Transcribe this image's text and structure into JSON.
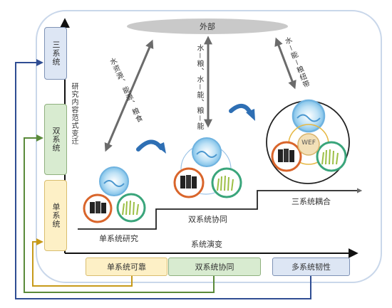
{
  "external": "外部",
  "y_axis_label": "研究内容范式变迁",
  "x_axis_label": "系统演变",
  "side_boxes": [
    "三系统",
    "双系统",
    "单系统"
  ],
  "bottom_boxes": [
    "单系统可靠",
    "双系统协同",
    "多系统韧性"
  ],
  "stage_labels": [
    "单系统研究",
    "双系统协同",
    "三系统耦合"
  ],
  "arrow_labels": [
    "水资源、能源、粮食",
    "水－粮、水－能、粮－能",
    "水－能－粮纽带"
  ],
  "center_badge": "WEF",
  "colors": {
    "water": "#6fb3e0",
    "energy": "#d9652b",
    "food": "#3aa57b",
    "blue_box": "#dde6f4",
    "green_box": "#d8ebd0",
    "yellow_box": "#fdf0c6",
    "blue_line": "#2f4d93",
    "green_line": "#5a8a3a",
    "yellow_line": "#c79a1a"
  }
}
